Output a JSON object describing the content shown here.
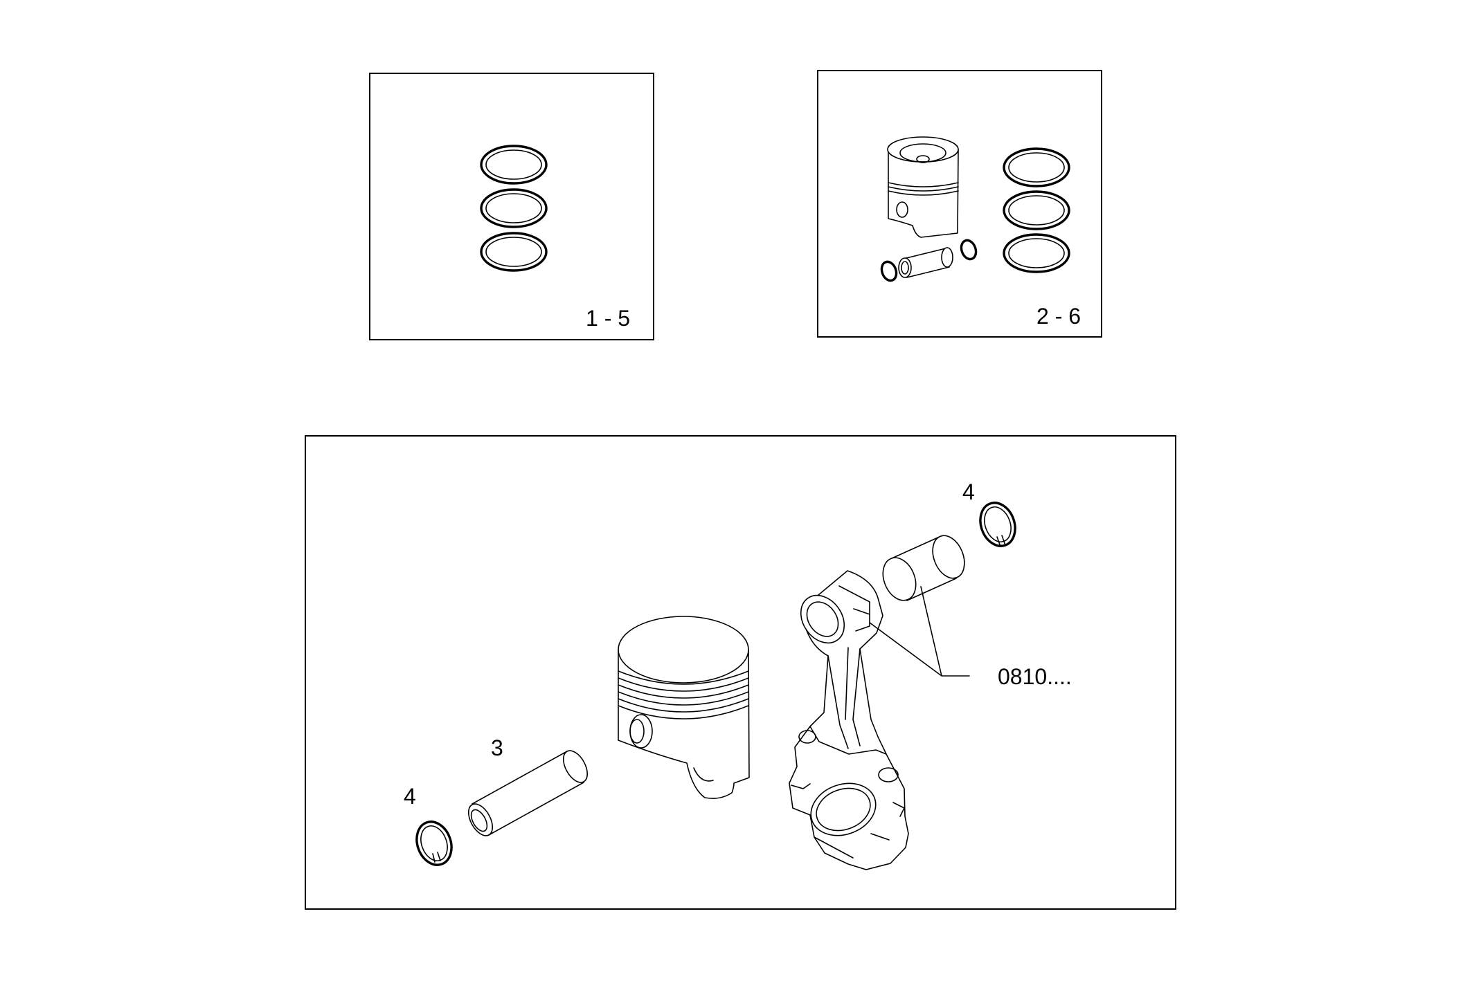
{
  "kits": [
    {
      "label": "1 - 5"
    },
    {
      "label": "2 - 6"
    }
  ],
  "callouts": {
    "snap_ring_right": "4",
    "pin": "3",
    "snap_ring_left": "4",
    "rod_bush": "0810...."
  }
}
